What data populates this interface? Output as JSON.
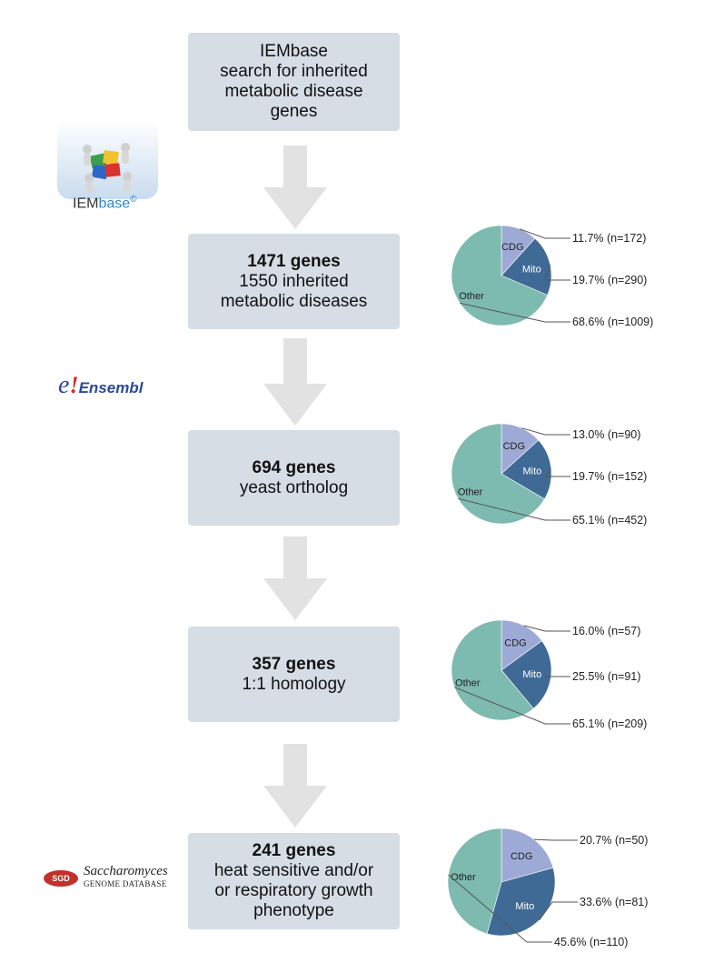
{
  "steps": [
    {
      "lines": [
        "IEMbase",
        "search for inherited",
        "metabolic disease",
        "genes"
      ],
      "bold": ""
    },
    {
      "bold": "1471 genes",
      "lines": [
        "1550 inherited",
        "metabolic diseases"
      ]
    },
    {
      "bold": "694 genes",
      "lines": [
        "yeast ortholog"
      ]
    },
    {
      "bold": "357 genes",
      "lines": [
        "1:1 homology"
      ]
    },
    {
      "bold": "241 genes",
      "lines": [
        "heat sensitive and/or",
        "or respiratory growth",
        "phenotype"
      ]
    }
  ],
  "logos": {
    "iembase": {
      "prefix": "IEM",
      "suffix": "base",
      "mark": "©"
    },
    "ensembl": {
      "e": "e",
      "bang": "!",
      "name": "Ensembl"
    },
    "sgd": {
      "badge": "SGD",
      "title": "Saccharomyces",
      "subtitle": "GENOME DATABASE"
    }
  },
  "chart_data": [
    {
      "type": "pie",
      "slices": [
        {
          "name": "CDG",
          "percent": 11.7,
          "label": "11.7% (n=172)",
          "color": "#9eaad6"
        },
        {
          "name": "Mito",
          "percent": 19.7,
          "label": "19.7% (n=290)",
          "color": "#3f6a96"
        },
        {
          "name": "Other",
          "percent": 68.6,
          "label": "68.6% (n=1009)",
          "color": "#7dbab0"
        }
      ]
    },
    {
      "type": "pie",
      "slices": [
        {
          "name": "CDG",
          "percent": 13.0,
          "label": "13.0% (n=90)",
          "color": "#9eaad6"
        },
        {
          "name": "Mito",
          "percent": 19.7,
          "label": "19.7% (n=152)",
          "color": "#3f6a96"
        },
        {
          "name": "Other",
          "percent": 65.1,
          "label": "65.1% (n=452)",
          "color": "#7dbab0"
        }
      ]
    },
    {
      "type": "pie",
      "slices": [
        {
          "name": "CDG",
          "percent": 16.0,
          "label": "16.0% (n=57)",
          "color": "#9eaad6"
        },
        {
          "name": "Mito",
          "percent": 25.5,
          "label": "25.5% (n=91)",
          "color": "#3f6a96"
        },
        {
          "name": "Other",
          "percent": 65.1,
          "label": "65.1% (n=209)",
          "color": "#7dbab0"
        }
      ]
    },
    {
      "type": "pie",
      "slices": [
        {
          "name": "CDG",
          "percent": 20.7,
          "label": "20.7% (n=50)",
          "color": "#9eaad6"
        },
        {
          "name": "Mito",
          "percent": 33.6,
          "label": "33.6% (n=81)",
          "color": "#3f6a96"
        },
        {
          "name": "Other",
          "percent": 45.6,
          "label": "45.6% (n=110)",
          "color": "#7dbab0"
        }
      ]
    }
  ]
}
